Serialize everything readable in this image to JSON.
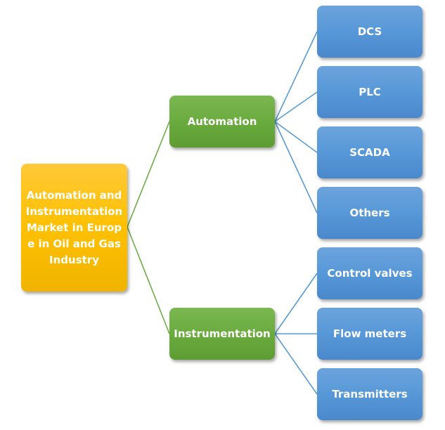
{
  "diagram": {
    "root": {
      "label": "Automation and Instrumentation Market in Europe in Oil and Gas Industry"
    },
    "branches": [
      {
        "label": "Automation",
        "children": [
          "DCS",
          "PLC",
          "SCADA",
          "Others"
        ]
      },
      {
        "label": "Instrumentation",
        "children": [
          "Control valves",
          "Flow meters",
          "Transmitters"
        ]
      }
    ],
    "colors": {
      "root": "#ffc000",
      "branch": "#6aab3e",
      "leaf": "#5798d8",
      "root_connector": "#70ad47",
      "leaf_connector": "#5b9bd5"
    }
  }
}
